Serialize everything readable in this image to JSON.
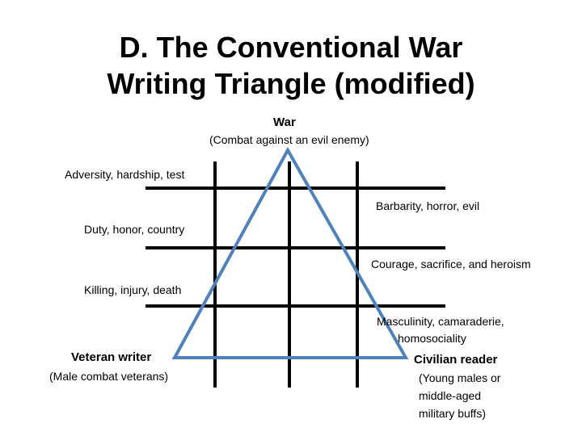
{
  "title": {
    "line1": "D.  The Conventional War",
    "line2": "Writing Triangle (modified)"
  },
  "apex": {
    "label": "War",
    "sub": "(Combat against an evil enemy)"
  },
  "left_corner": {
    "label": "Veteran writer",
    "sub": "(Male combat veterans)"
  },
  "right_corner": {
    "label": "Civilian reader",
    "sub": [
      "(Young males or",
      "middle-aged",
      "military buffs)"
    ]
  },
  "left_labels": [
    "Adversity, hardship, test",
    "Duty, honor, country",
    "Killing, injury, death"
  ],
  "right_labels": [
    "Barbarity, horror, evil",
    "Courage, sacrifice, and heroism",
    "Masculinity, camaraderie,",
    "homosociality"
  ],
  "colors": {
    "triangle": "#4f81bd",
    "grid": "#000000"
  }
}
